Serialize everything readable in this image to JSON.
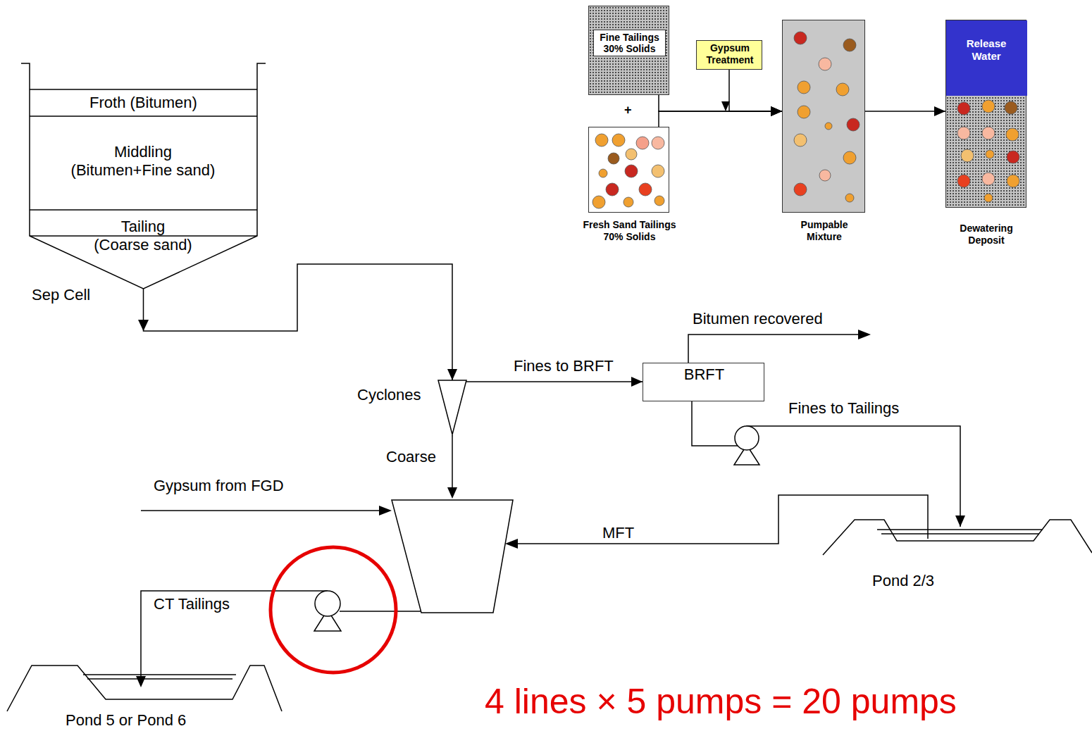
{
  "diagram": {
    "nodes": [
      {
        "text": [
          "Sep Cell"
        ]
      },
      {
        "text": [
          "Froth (Bitumen)"
        ],
        "in": 0
      },
      {
        "text": [
          "Middling (Bitumen+Fine sand)"
        ],
        "in": 0
      },
      {
        "text": [
          "Tailing (Coarse sand)"
        ],
        "in": 0
      },
      {
        "text": [
          "Fine Tailings 30% Solids"
        ]
      },
      {
        "text": [
          "Gypsum Treatment"
        ]
      },
      {
        "text": [
          "Fresh Sand Tailings 70% Solids"
        ]
      },
      {
        "text": [
          "Pumpable Mixture"
        ]
      },
      {
        "text": [
          "Dewatering Deposit"
        ]
      },
      {
        "text": [
          "Release Water"
        ],
        "in": 8
      },
      {
        "text": [
          "Cyclones"
        ]
      },
      {
        "text": [
          "BRFT"
        ]
      },
      {
        "text": [
          "Pond 2/3"
        ]
      },
      {
        "text": [
          "Pond 5 or Pond 6"
        ]
      }
    ],
    "edges": [
      {
        "from": 0,
        "to": 10,
        "arrow": "to"
      },
      {
        "from": 4,
        "to": 7,
        "arrow": "to"
      },
      {
        "from": 6,
        "to": 7,
        "arrow": "to"
      },
      {
        "from": 5,
        "to": 7,
        "arrow": "to"
      },
      {
        "from": 7,
        "to": 8,
        "arrow": "to"
      },
      {
        "from": 10,
        "to": 11,
        "label": "Fines to BRFT",
        "arrow": "to"
      },
      {
        "from": 11,
        "to": 12,
        "label": "Fines to Tailings",
        "arrow": "to"
      }
    ],
    "labels": [
      "+",
      "Bitumen recovered",
      "Coarse",
      "Gypsum from FGD",
      "MFT",
      "CT Tailings",
      "4 lines × 5 pumps = 20 pumps"
    ]
  }
}
